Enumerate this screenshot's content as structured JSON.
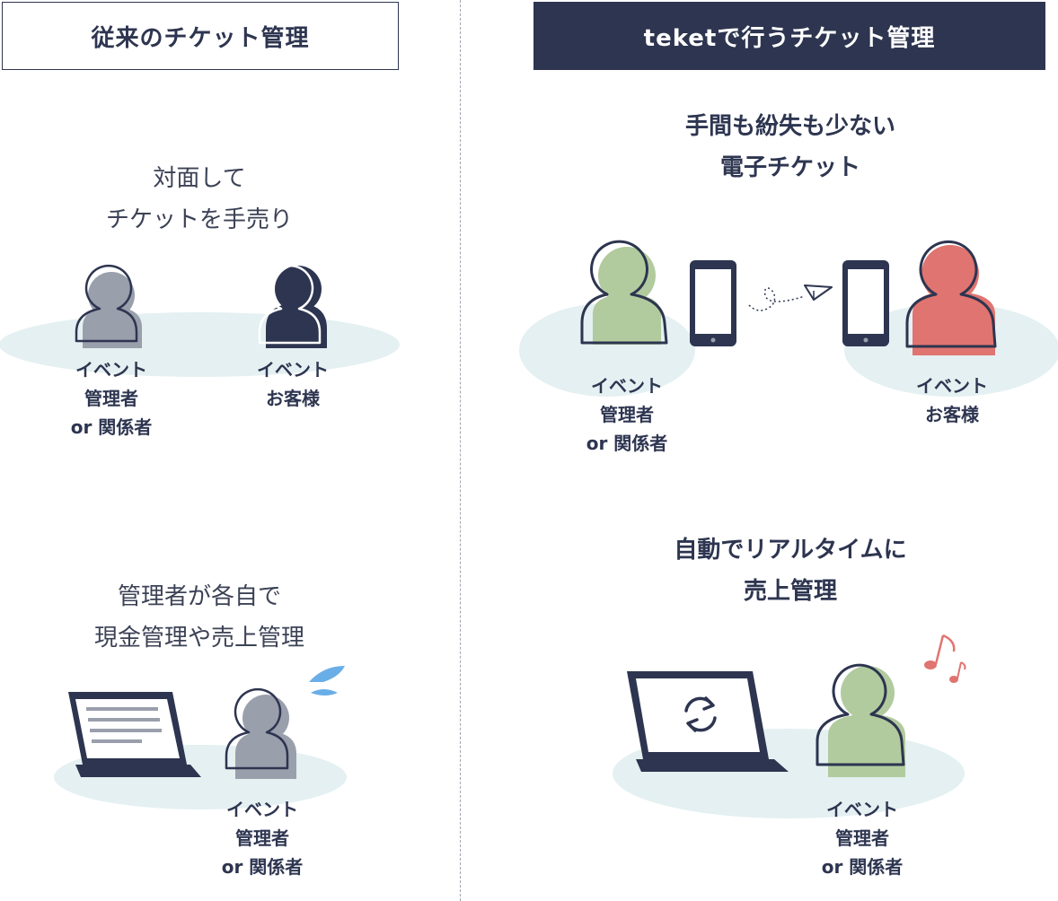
{
  "left": {
    "header": "従来のチケット管理",
    "section1": {
      "caption": "対面して\nチケットを手売り",
      "label_staff": "イベント\n管理者\nor 関係者",
      "label_customer": "イベント\nお客様"
    },
    "section2": {
      "caption": "管理者が各自で\n現金管理や売上管理",
      "label_staff": "イベント\n管理者\nor 関係者"
    }
  },
  "right": {
    "header": "teketで行うチケット管理",
    "section1": {
      "caption": "手間も紛失も少ない\n電子チケット",
      "label_staff": "イベント\n管理者\nor 関係者",
      "label_customer": "イベント\nお客様"
    },
    "section2": {
      "caption": "自動でリアルタイムに\n売上管理",
      "label_staff": "イベント\n管理者\nor 関係者"
    }
  },
  "colors": {
    "navy": "#2d3550",
    "gray_person": "#9a9fac",
    "green_person": "#b1cb9e",
    "red_person": "#e07470",
    "ground": "#e4f0f1",
    "sweat": "#6aaee8",
    "note": "#e07470"
  },
  "icons": [
    "person-icon",
    "smartphone-icon",
    "paper-plane-icon",
    "laptop-icon",
    "sync-icon",
    "music-note-icon",
    "sweat-icon"
  ]
}
